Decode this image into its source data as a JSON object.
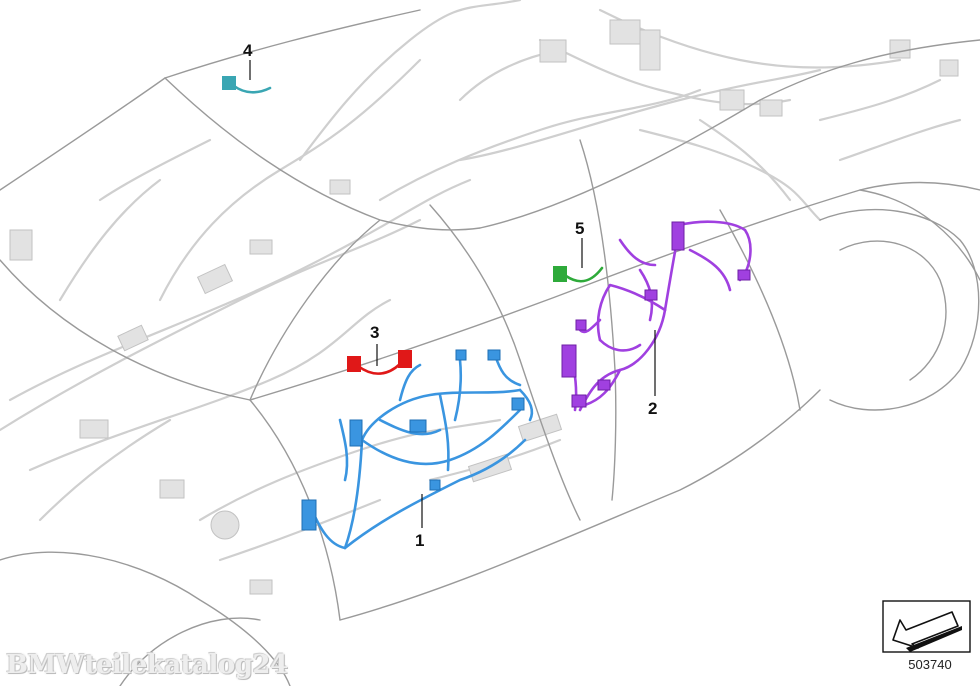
{
  "callouts": [
    {
      "number": "1",
      "part": "blue-wiring-harness",
      "color": "#3a95e0"
    },
    {
      "number": "2",
      "part": "purple-wiring-harness",
      "color": "#a040e0"
    },
    {
      "number": "3",
      "part": "red-connector-harness",
      "color": "#e01818"
    },
    {
      "number": "4",
      "part": "teal-connector-harness",
      "color": "#3aa6b3"
    },
    {
      "number": "5",
      "part": "green-connector-harness",
      "color": "#2eaa3a"
    }
  ],
  "diagram_number": "503740",
  "watermark": "BMWteilekatalog24",
  "icons": {
    "direction_indicator": "arrow-box-icon"
  },
  "colors": {
    "background_lines": "#c8c8c8",
    "body_outline": "#9a9a9a"
  }
}
